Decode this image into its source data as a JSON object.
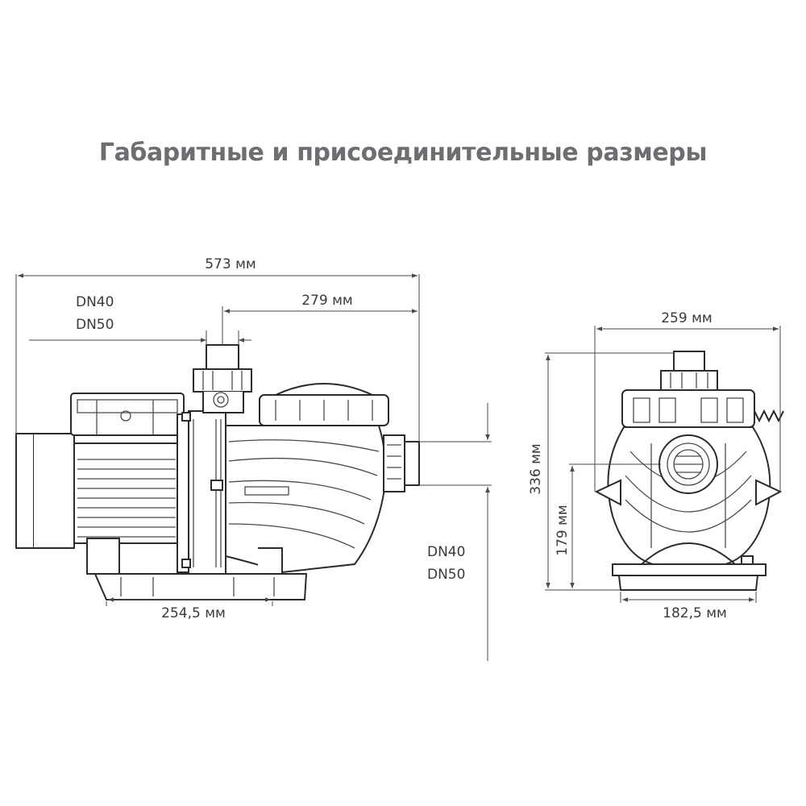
{
  "title": "Габаритные и присоединительные размеры",
  "side_view": {
    "total_length": "573 мм",
    "outlet_to_end": "279 мм",
    "top_port_line1": "DN40",
    "top_port_line2": "DN50",
    "side_port_line1": "DN40",
    "side_port_line2": "DN50",
    "base_length": "254,5 мм"
  },
  "front_view": {
    "width": "259 мм",
    "height": "336 мм",
    "inlet_height": "179 мм",
    "base_width": "182,5 мм"
  }
}
